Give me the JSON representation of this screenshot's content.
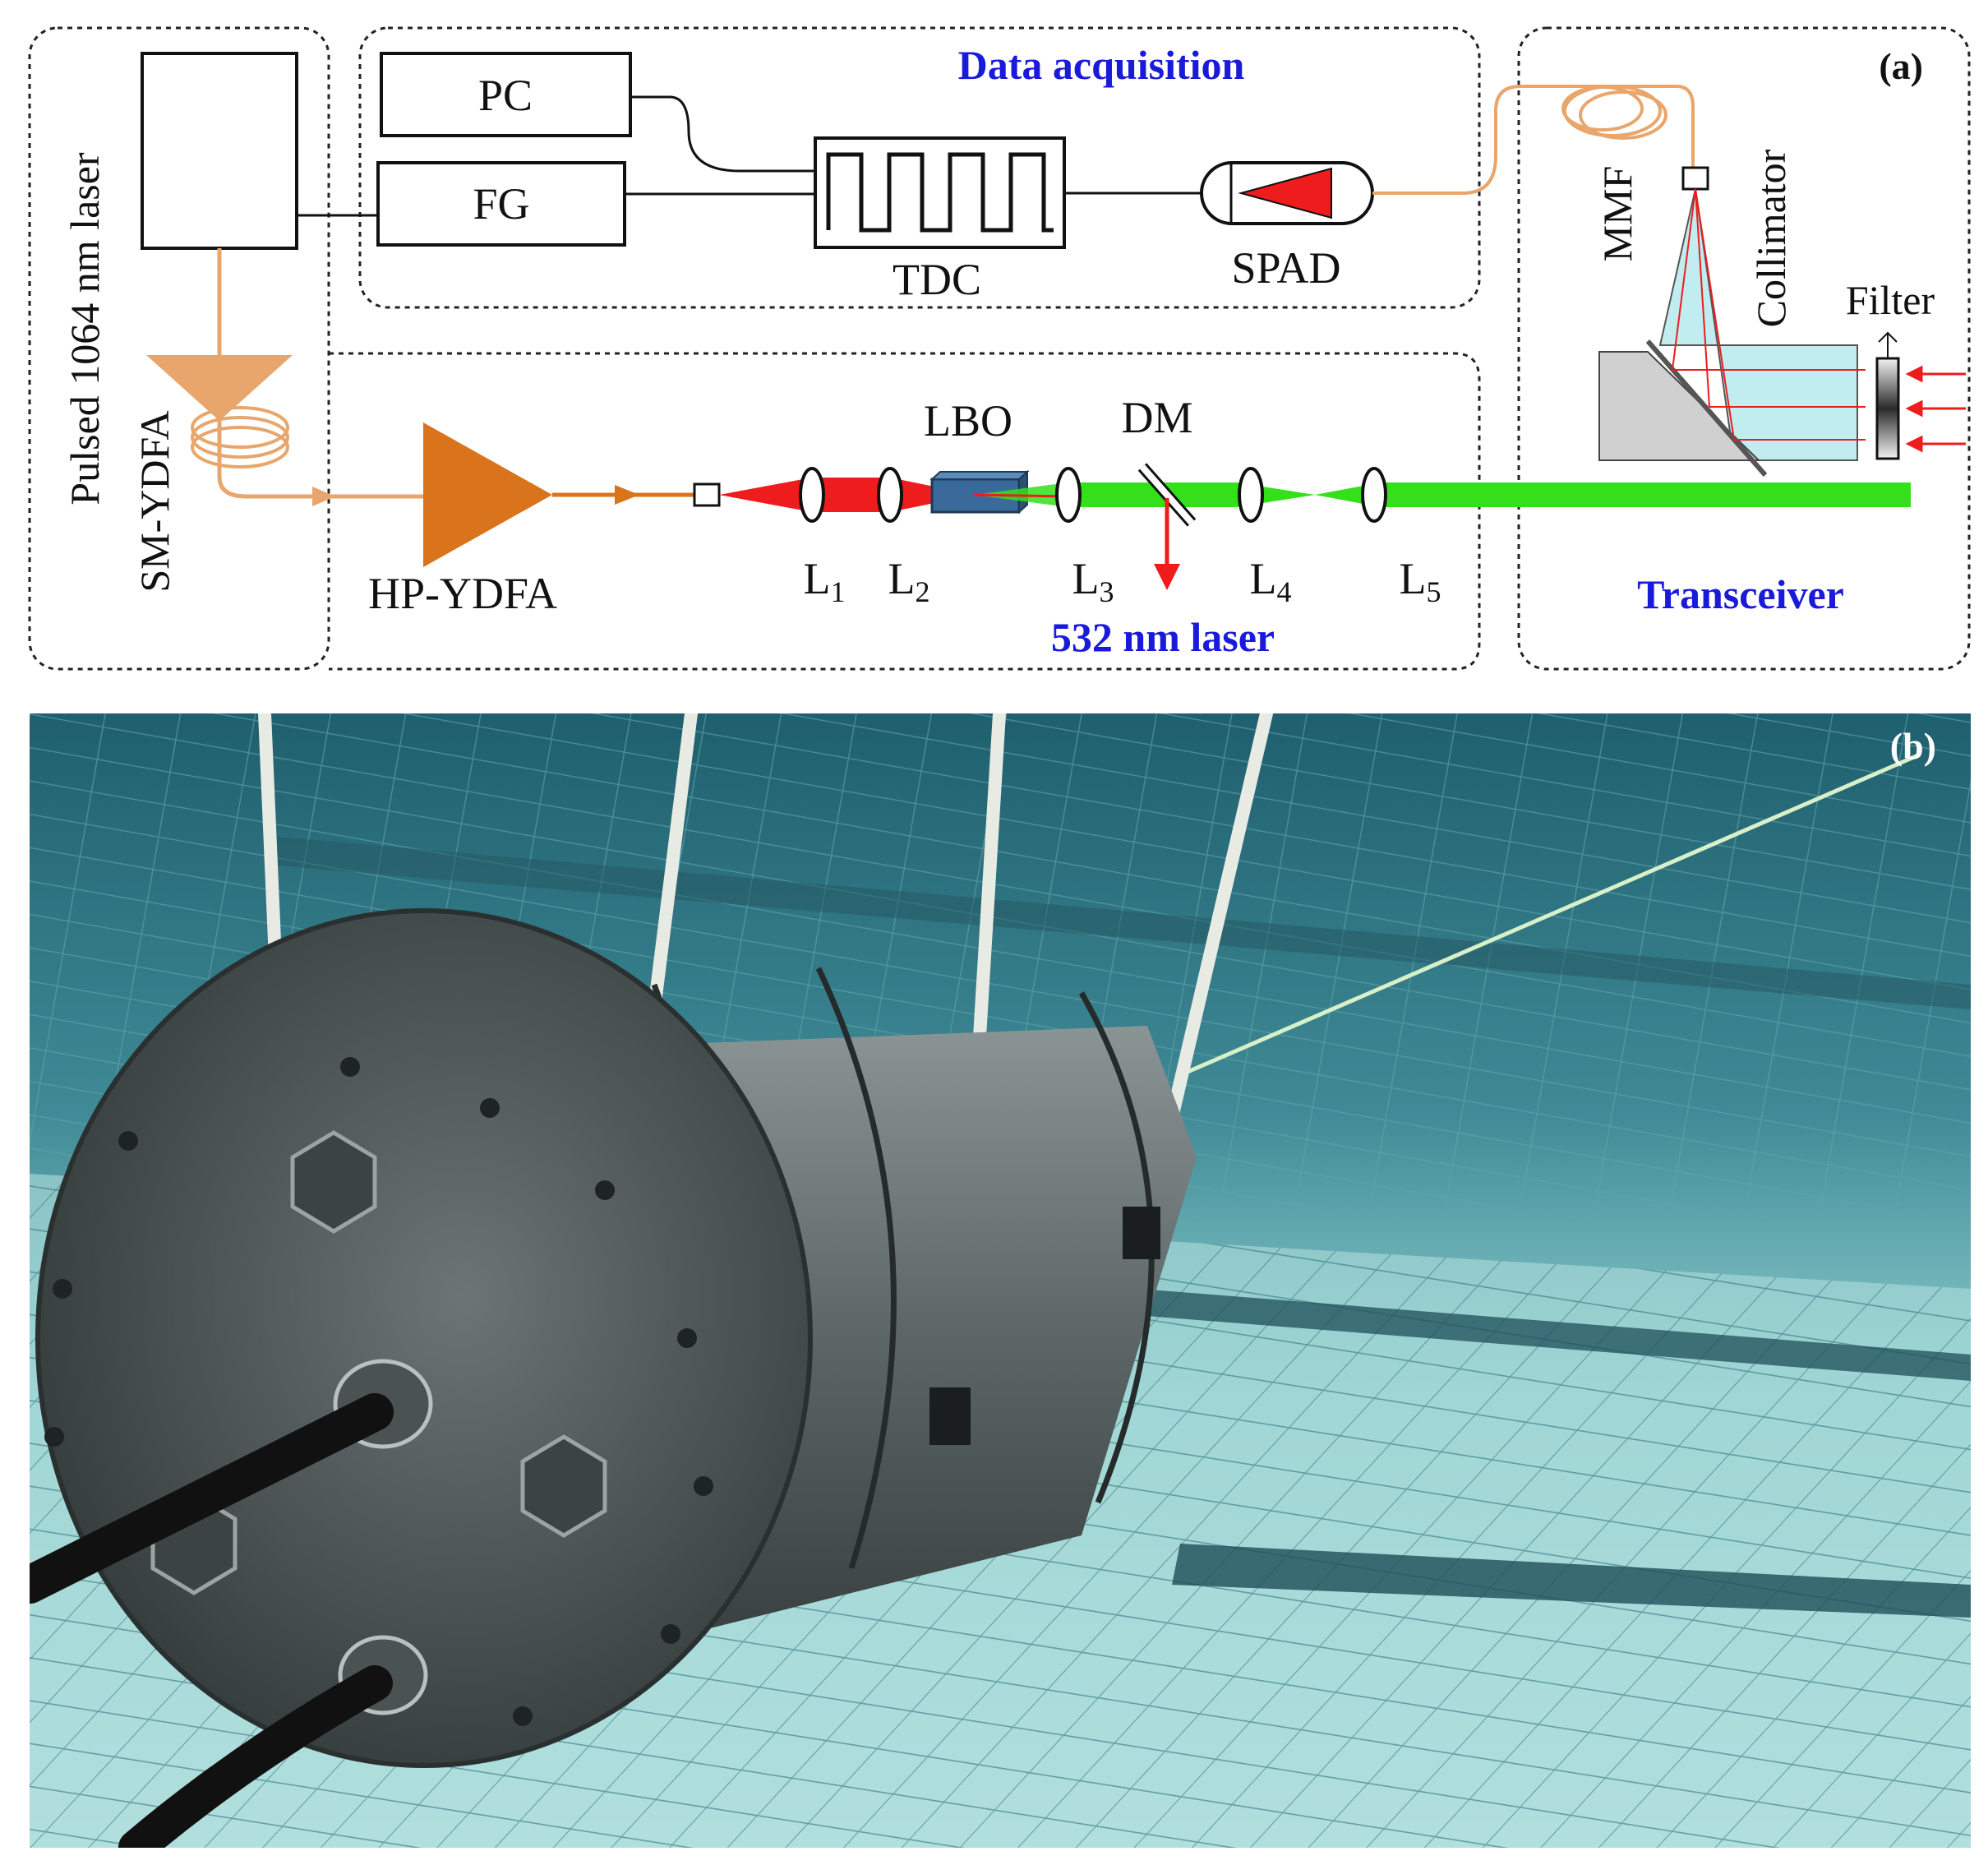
{
  "panel_a": {
    "panel_label": "(a)",
    "groups": {
      "data_acquisition": "Data acquisition",
      "transceiver": "Transceiver",
      "green_laser": "532 nm laser"
    },
    "components": {
      "seed_laser": "Pulsed 1064 nm laser",
      "pc": "PC",
      "fg": "FG",
      "tdc": "TDC",
      "spad": "SPAD",
      "sm_ydfa": "SM-YDFA",
      "hp_ydfa": "HP-YDFA",
      "lbo": "LBO",
      "dm": "DM",
      "mmf": "MMF",
      "collimator": "Collimator",
      "filter": "Filter"
    },
    "lenses": [
      {
        "base": "L",
        "sub": "1"
      },
      {
        "base": "L",
        "sub": "2"
      },
      {
        "base": "L",
        "sub": "3"
      },
      {
        "base": "L",
        "sub": "4"
      },
      {
        "base": "L",
        "sub": "5"
      }
    ],
    "colors": {
      "group_label": "#1a1adb",
      "fiber": "#e8a66c",
      "amplifier": "#d9731c",
      "ir_beam": "#ee1c1c",
      "green_beam": "#33e01a",
      "lbo_crystal": "#3a6a9a",
      "collimator_fill": "#a8e6ea"
    }
  },
  "panel_b": {
    "panel_label": "(b)",
    "colors": {
      "water": "#3f8a96",
      "tile": "#a9dad8",
      "housing": "#5c6666",
      "beam": "#d8f0c8"
    }
  }
}
